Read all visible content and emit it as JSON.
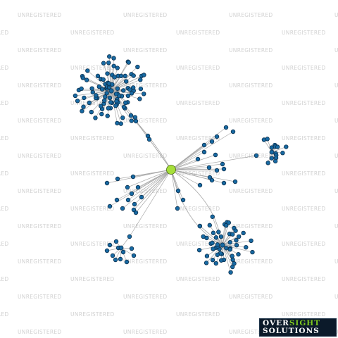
{
  "watermark_text": "UNREGISTERED",
  "colors": {
    "background": "#ffffff",
    "edge": "#a8a8a8",
    "node_fill": "#1769a2",
    "node_stroke": "#0c2f4c",
    "center_node_fill": "#a6df3a",
    "center_node_stroke": "#4b6a12",
    "watermark": "#d2d2d2",
    "logo_background": "#0b1a2a",
    "logo_accent": "#7ec81e"
  },
  "logo": {
    "line1_part1": "OVER",
    "line1_part2": "SIGHT",
    "line2": "SOLUTIONS"
  }
}
